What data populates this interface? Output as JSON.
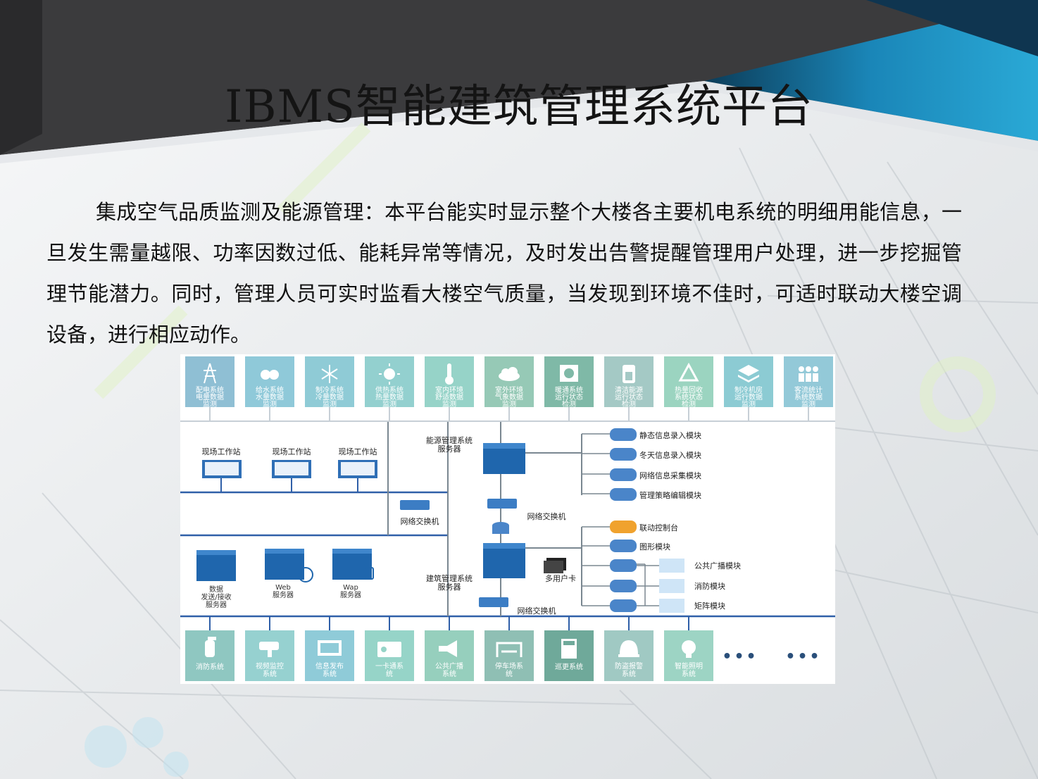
{
  "slide": {
    "title": "IBMS智能建筑管理系统平台",
    "paragraph": "集成空气品质监测及能源管理：本平台能实时显示整个大楼各主要机电系统的明细用能信息，一旦发生需量越限、功率因数过低、能耗异常等情况，及时发出告警提醒管理用户处理，进一步挖掘管理节能潜力。同时，管理人员可实时监看大楼空气质量，当发现到环境不佳时，可适时联动大楼空调设备，进行相应动作。"
  },
  "diagram": {
    "top_tiles": [
      {
        "icon": "transmission-tower-icon",
        "color": "#8fbfd4",
        "lines": [
          "配电系统",
          "电量数据",
          "监测"
        ]
      },
      {
        "icon": "water-drops-icon",
        "color": "#8fc9d9",
        "lines": [
          "给水系统",
          "水量数据",
          "监测"
        ]
      },
      {
        "icon": "snowflake-icon",
        "color": "#8fcbd6",
        "lines": [
          "制冷系统",
          "冷量数据",
          "监测"
        ]
      },
      {
        "icon": "sun-icon",
        "color": "#93d0cf",
        "lines": [
          "供热系统",
          "热量数据",
          "监测"
        ]
      },
      {
        "icon": "thermometer-icon",
        "color": "#96d3c8",
        "lines": [
          "室内环境",
          "舒适数据",
          "监测"
        ]
      },
      {
        "icon": "cloud-icon",
        "color": "#96c9b6",
        "lines": [
          "室外环境",
          "气象数据",
          "监测"
        ]
      },
      {
        "icon": "fan-icon",
        "color": "#7fb9a7",
        "lines": [
          "暖通系统",
          "运行状态",
          "检测"
        ]
      },
      {
        "icon": "battery-icon",
        "color": "#a4c9c5",
        "lines": [
          "清洁能源",
          "运行状态",
          "检测"
        ]
      },
      {
        "icon": "recycle-icon",
        "color": "#9bd4c0",
        "lines": [
          "热量回收",
          "系统状态",
          "检测"
        ]
      },
      {
        "icon": "layers-icon",
        "color": "#8ccbd3",
        "lines": [
          "制冷机房",
          "运行数据",
          "监测"
        ]
      },
      {
        "icon": "people-icon",
        "color": "#93c9d8",
        "lines": [
          "客流统计",
          "系统数据",
          "监测"
        ]
      }
    ],
    "workstations": [
      "现场工作站",
      "现场工作站",
      "现场工作站"
    ],
    "energy_server": [
      "能源管理系统",
      "服务器"
    ],
    "building_server": [
      "建筑管理系统",
      "服务器"
    ],
    "switches": [
      "网络交换机",
      "网络交换机",
      "网络交换机"
    ],
    "servers": [
      {
        "lines": [
          "数据",
          "发送/接收",
          "服务器"
        ]
      },
      {
        "lines": [
          "Web",
          "服务器"
        ]
      },
      {
        "lines": [
          "Wap",
          "服务器"
        ]
      }
    ],
    "multi_user_card": "多用户卡",
    "energy_modules": [
      "静态信息录入模块",
      "冬天信息录入模块",
      "网络信息采集模块",
      "管理策略编辑模块"
    ],
    "building_modules": [
      "联动控制台",
      "图形模块"
    ],
    "sub_modules": [
      "公共广播模块",
      "消防模块",
      "矩阵模块"
    ],
    "colors": {
      "accent_db": "#4a85c9",
      "highlight_db": "#f0a22e",
      "bus": "#2f5fa8",
      "server": "#1f66ad"
    },
    "bottom_tiles": [
      {
        "icon": "fire-extinguisher-icon",
        "color": "#8fc7c1",
        "lines": [
          "消防系统"
        ]
      },
      {
        "icon": "cctv-camera-icon",
        "color": "#96d1d0",
        "lines": [
          "视频监控",
          "系统"
        ]
      },
      {
        "icon": "display-board-icon",
        "color": "#8fcbd8",
        "lines": [
          "信息发布",
          "系统"
        ]
      },
      {
        "icon": "id-card-icon",
        "color": "#96d4c8",
        "lines": [
          "一卡通系",
          "统"
        ]
      },
      {
        "icon": "megaphone-icon",
        "color": "#96cfbd",
        "lines": [
          "公共广播",
          "系统"
        ]
      },
      {
        "icon": "garage-icon",
        "color": "#8fbfb4",
        "lines": [
          "停车场系",
          "统"
        ]
      },
      {
        "icon": "calculator-icon",
        "color": "#6fa99a",
        "lines": [
          "巡更系统"
        ]
      },
      {
        "icon": "alarm-bell-icon",
        "color": "#a0c9c3",
        "lines": [
          "防盗报警",
          "系统"
        ]
      },
      {
        "icon": "lightbulb-icon",
        "color": "#9dd4c4",
        "lines": [
          "智能照明",
          "系统"
        ]
      }
    ],
    "ellipsis": [
      "•••",
      "•••"
    ]
  }
}
